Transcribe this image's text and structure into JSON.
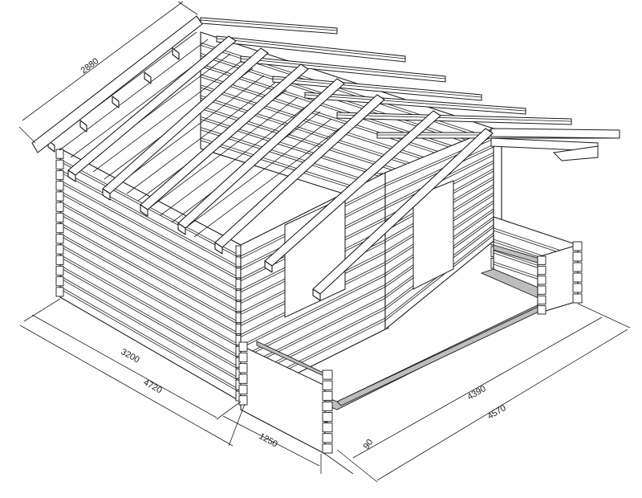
{
  "dimensions": {
    "roof_slope": "2880",
    "depth_inner": "3200",
    "depth_outer": "4720",
    "terrace_depth": "1250",
    "gap": "90",
    "width_inner": "4390",
    "width_outer": "4570"
  }
}
